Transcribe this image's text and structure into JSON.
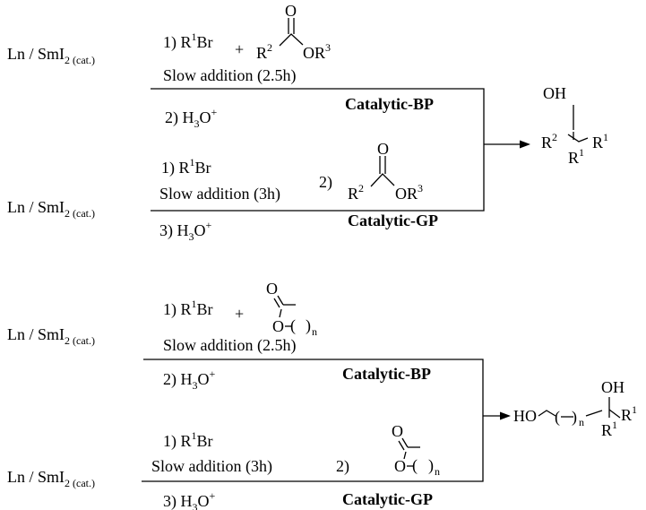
{
  "reagent": {
    "text": "Ln / SmI",
    "sub": "2 (cat.)"
  },
  "steps": {
    "s1_rbr": "1) R",
    "sup1": "1",
    "br": "Br",
    "plus": "+",
    "slow_25": "Slow addition (2.5h)",
    "slow_3": "Slow addition (3h)",
    "s2_h3o": "2) H",
    "s3_h3o": "3) H",
    "o_plus": "O",
    "sub3": "3",
    "supplus": "+",
    "s2_label": "2)"
  },
  "labels": {
    "bp": "Catalytic-BP",
    "gp": "Catalytic-GP"
  },
  "struct": {
    "O": "O",
    "OH": "OH",
    "R": "R",
    "OR": "OR",
    "HO": "HO",
    "n": "n",
    "sup1": "1",
    "sup2": "2",
    "sup3": "3"
  }
}
